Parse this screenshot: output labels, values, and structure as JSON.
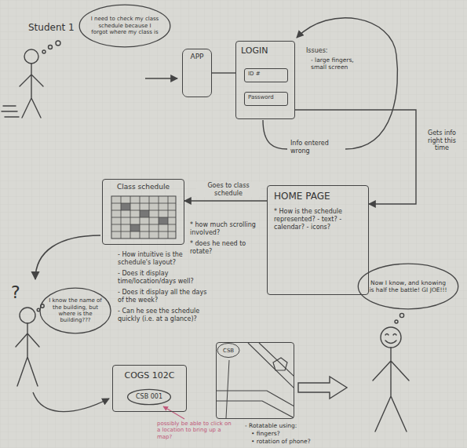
{
  "diagram": {
    "nodes": [
      {
        "text": [
          "I need to check my class schedule because I forgot where my class is"
        ]
      },
      {
        "text": [
          "APP"
        ]
      },
      {
        "text": [
          "LOGIN"
        ]
      },
      {
        "text": [
          "ID #"
        ],
        "in": 2
      },
      {
        "text": [
          "Password"
        ],
        "in": 2
      },
      {
        "text": [
          "HOME PAGE",
          "* How is the schedule represented? - text? - calendar? - icons?"
        ]
      },
      {
        "text": [
          "Class schedule"
        ]
      },
      {
        "text": [
          "I know the name of the building, but where is the building???"
        ]
      },
      {
        "text": [
          "COGS 102C"
        ]
      },
      {
        "text": [
          "CSB 001"
        ],
        "in": 8
      },
      {
        "text": [
          "CSB"
        ]
      },
      {
        "text": [
          "Now I know, and knowing is half the battle! GI JOE!!!"
        ]
      }
    ],
    "edges": [
      {
        "from": 1,
        "to": 2,
        "arrow": "none"
      },
      {
        "from": 2,
        "to": 5,
        "label": "Gets info right this time",
        "arrow": "to"
      },
      {
        "from": 5,
        "to": 6,
        "label": "Goes to class schedule",
        "arrow": "to"
      }
    ],
    "labels": [
      "Student 1",
      "Issues:",
      "- large fingers, small screen",
      "Info entered wrong",
      "* how much scrolling involved?",
      "* does he need to rotate?",
      "- How intuitive is the schedule's layout?",
      "- Does it display time/location/days well?",
      "- Does it display all the days of the week?",
      "- Can he see the schedule quickly (i.e. at a glance)?",
      "?",
      "possibly be able to click on a location to bring up a map?",
      "- Rotatable using:",
      "• fingers?",
      "• rotation of phone?"
    ]
  }
}
